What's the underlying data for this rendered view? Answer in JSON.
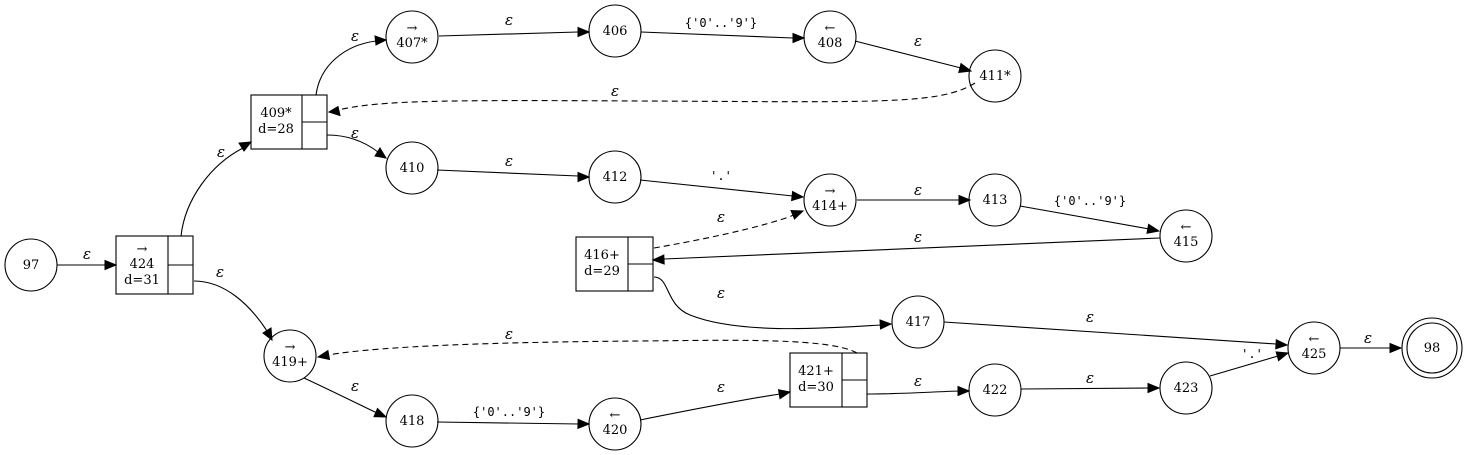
{
  "nodes": {
    "n97": {
      "label": "97"
    },
    "n424": {
      "arrow": "→",
      "label": "424",
      "depth": "d=31"
    },
    "n409": {
      "label": "409*",
      "depth": "d=28"
    },
    "n407": {
      "arrow": "→",
      "label": "407*"
    },
    "n406": {
      "label": "406"
    },
    "n408": {
      "arrow": "←",
      "label": "408"
    },
    "n411": {
      "label": "411*"
    },
    "n410": {
      "label": "410"
    },
    "n412": {
      "label": "412"
    },
    "n414": {
      "arrow": "→",
      "label": "414+"
    },
    "n413": {
      "label": "413"
    },
    "n415": {
      "arrow": "←",
      "label": "415"
    },
    "n416": {
      "label": "416+",
      "depth": "d=29"
    },
    "n417": {
      "label": "417"
    },
    "n425": {
      "arrow": "←",
      "label": "425"
    },
    "n98": {
      "label": "98"
    },
    "n419": {
      "arrow": "→",
      "label": "419+"
    },
    "n418": {
      "label": "418"
    },
    "n420": {
      "arrow": "←",
      "label": "420"
    },
    "n421": {
      "label": "421+",
      "depth": "d=30"
    },
    "n422": {
      "label": "422"
    },
    "n423": {
      "label": "423"
    }
  },
  "edge_labels": {
    "e97_424": "ε",
    "e424_409": "ε",
    "e424_419": "ε",
    "e409_407": "ε",
    "e407_406": "ε",
    "e406_408": "{'0'..'9'}",
    "e408_411": "ε",
    "e411_409": "ε",
    "e409_410": "ε",
    "e410_412": "ε",
    "e412_414": "'.'",
    "e414_413": "ε",
    "e413_415": "{'0'..'9'}",
    "e415_416": "ε",
    "e416_414": "ε",
    "e416_417": "ε",
    "e417_425": "ε",
    "e425_98": "ε",
    "e419_418": "ε",
    "e418_420": "{'0'..'9'}",
    "e420_421": "ε",
    "e421_419": "ε",
    "e421_422": "ε",
    "e422_423": "ε",
    "e423_425": "'.'"
  }
}
